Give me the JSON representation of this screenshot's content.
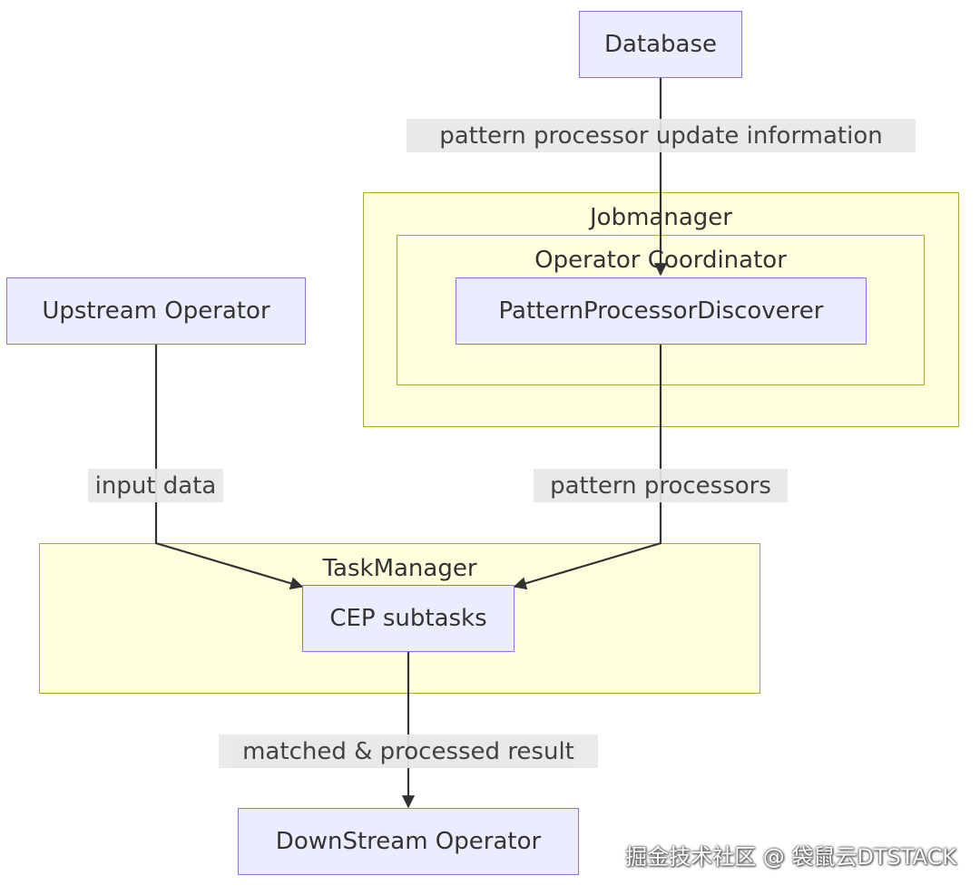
{
  "diagram": {
    "clusters": {
      "jobmanager": {
        "title": "Jobmanager"
      },
      "operator_coordinator": {
        "title": "Operator Coordinator"
      },
      "taskmanager": {
        "title": "TaskManager"
      }
    },
    "nodes": {
      "database": "Database",
      "upstream_operator": "Upstream Operator",
      "pattern_processor_discoverer": "PatternProcessorDiscoverer",
      "cep_subtasks": "CEP subtasks",
      "downstream_operator": "DownStream Operator"
    },
    "edges": [
      {
        "from": "Database",
        "to": "PatternProcessorDiscoverer",
        "label": "pattern processor update information"
      },
      {
        "from": "Upstream Operator",
        "to": "CEP subtasks",
        "label": "input data"
      },
      {
        "from": "PatternProcessorDiscoverer",
        "to": "CEP subtasks",
        "label": "pattern processors"
      },
      {
        "from": "CEP subtasks",
        "to": "DownStream Operator",
        "label": "matched & processed result"
      }
    ],
    "colors": {
      "node_fill": "#ececff",
      "node_border": "#9370db",
      "cluster_fill": "#ffffde",
      "cluster_border": "#aaaa33",
      "edge_stroke": "#333333",
      "edge_label_bg": "#e8e8e8"
    }
  },
  "watermark": "掘金技术社区 @ 袋鼠云DTSTACK"
}
